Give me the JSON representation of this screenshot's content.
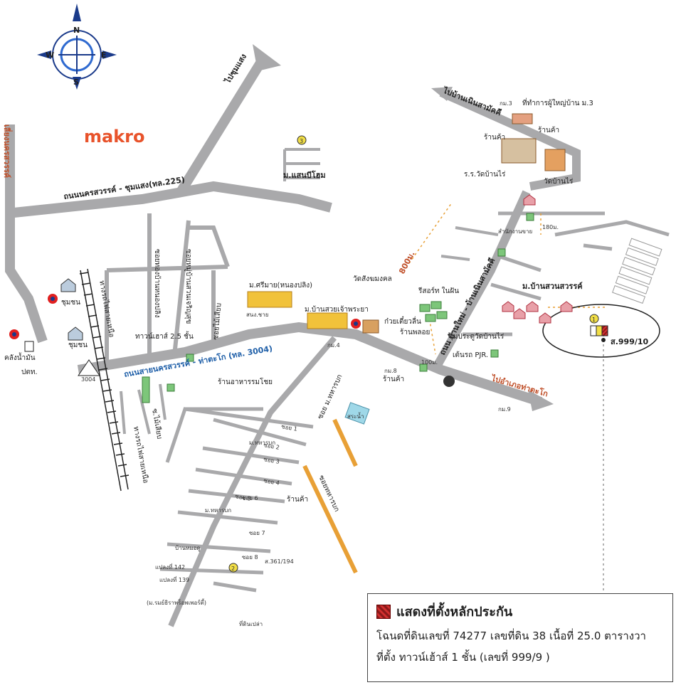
{
  "compass": {
    "n": "N",
    "s": "S",
    "e": "E",
    "w": "W"
  },
  "brand": {
    "makro": "makro",
    "makro_color": "#e8532b"
  },
  "roads": {
    "top_road": "ถนนนครสวรรค์ - ชุมแสง(ทล.225)",
    "to_chumsaeng": "ไปชุมแสง",
    "left_vertical": "เลี่ยงนครสวรรค์",
    "main_road": "ถนนสายนครสวรรค์ - ท่าตะโก (ทล. 3004)",
    "to_thatako": "ไปอำเภอท่าตะโก",
    "to_baan_noen": "ไปบ้านเนินสามัคคี",
    "village_road": "ถนน บ้านใหม่ - บ้านเนินสามัคคี",
    "rail_1": "ทางรถไฟสายเหนือ",
    "rail_2": "ทางรถไฟสายเหนือ",
    "soi_a": "ซอยทองบ้านหนองปลิง",
    "soi_b": "ซอยหมู่บ้านสวนเจริญสุข",
    "soi_c": "ซอยไม้เสียบ",
    "soi_d": "ซ.ไม้เสียบ",
    "soi_thahan": "ซอย ม.ทหารบก",
    "soi_orange": "ซอยทหารบก"
  },
  "labels": {
    "moo_3_office": "ที่ทำการผู้ใหญ่บ้าน ม.3",
    "km3": "กม.3",
    "shop1": "ร้านค้า",
    "shop2": "ร้านค้า",
    "school": "ร.ร.วัดบ้านไร่",
    "wat_baanrai": "วัดบ้านไร่",
    "m_saenbeesom": "ม.แสนบีโฮม",
    "dist_800": "800ม.",
    "dist_180": "180ม.",
    "dist_100": "100ม.",
    "office_small": "สำนักงานขาย",
    "m_suansawan": "ม.บ้านสวนสวรรค์",
    "resort": "รีสอร์ท ในฝัน",
    "noodle": "ก๋วยเตี๋ยวลื่น",
    "chedi": "ร้านพลอย",
    "wat_sangmongkol": "วัดสังฆมงคล",
    "m_srimai": "ม.ศรีมาย(หนองปลิง)",
    "m_suayjaophraya": "ม.บ้านสวยเจ้าพระยา",
    "snong_chai": "สนง.ชาย",
    "townhouse": "ทาวน์เฮาส์ 2.5 ชั้น",
    "community1": "ชุมชน",
    "community2": "ชุมชน",
    "warehouse": "คลังน้ำมัน",
    "ptt": "ปตท.",
    "route_sign": "3004",
    "km4": "กม.4",
    "km8": "กม.8",
    "km9": "กม.9",
    "shop3": "ร้านค้า",
    "pjr": "เต้นรถ PJR.",
    "gate": "ซุ้มประตูวัดบ้านไร่",
    "restaurant": "ร้านอาหารรมโชย",
    "pond": "สระน้ำ",
    "m_thahanbok": "ม.ทหารบก",
    "m_thahanbok_mid": "ม.ทหารบก",
    "soi1": "ซอย 1",
    "soi2": "ซอย 2",
    "soi3": "ซอย 3",
    "soi4": "ซอย 4",
    "soi5": "ซอย 5",
    "soi6": "ซอย 6",
    "soi7": "ซอย 7",
    "soi8": "ซอย 8",
    "shop4": "ร้านค้า",
    "house_mor": "บ้านหมอดู",
    "plot142": "แปลงที่ 142",
    "plot139": "แปลงที่ 139",
    "parcel_ref": "ส.361/194",
    "m_ramintra": "(ม.รมย์ธิราพร็อพเพอร์ตี้)",
    "empty_land": "ที่ดินเปล่า",
    "target": "ส.999/10",
    "num1": "1",
    "num2": "2",
    "num3": "3"
  },
  "legend": {
    "title": "แสดงที่ตั้งหลักประกัน",
    "line1": "โฉนดที่ดินเลขที่ 74277 เลขที่ดิน 38 เนื้อที่ 25.0 ตารางวา",
    "line2": "ที่ตั้ง ทาวน์เฮ้าส์ 1 ชั้น  (เลขที่ 999/9 )"
  },
  "colors": {
    "road": "#a9a9ab",
    "orange_road": "#e8a036",
    "main_road_text": "#1f5fa8"
  }
}
